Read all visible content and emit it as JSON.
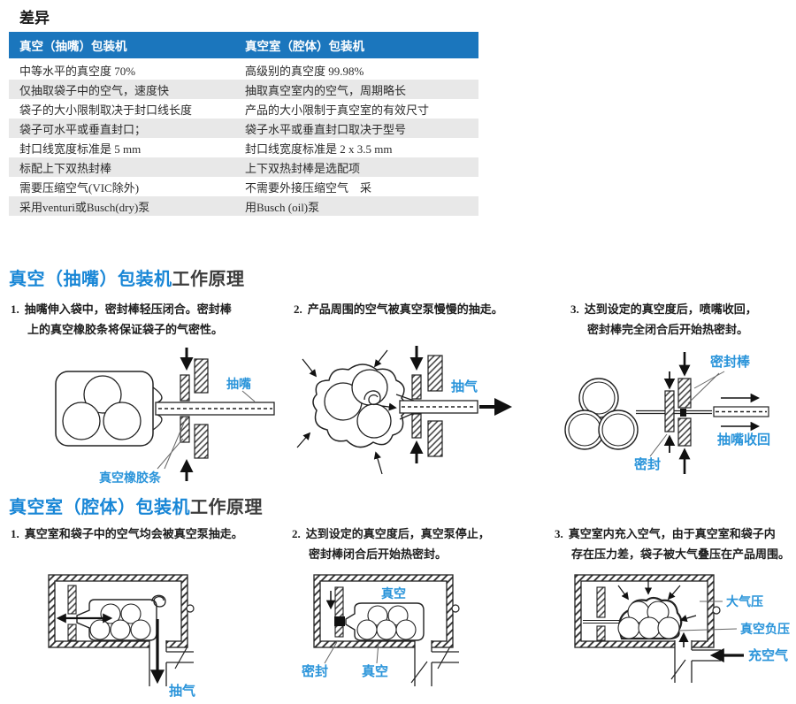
{
  "page": {
    "title": "差异"
  },
  "colors": {
    "table_header_bg": "#1b76bd",
    "table_header_text": "#ffffff",
    "row_alt_bg": "#e8e8e8",
    "heading_blue": "#1886d6",
    "heading_dark": "#3c3c3c",
    "diagram_label_blue": "#2a94da"
  },
  "comparison_table": {
    "headers": [
      "真空（抽嘴）包装机",
      "真空室（腔体）包装机"
    ],
    "rows": [
      [
        "中等水平的真空度 70%",
        "高级别的真空度 99.98%"
      ],
      [
        "仅抽取袋子中的空气，速度快",
        "抽取真空室内的空气，周期略长"
      ],
      [
        "袋子的大小限制取决于封口线长度",
        "产品的大小限制于真空室的有效尺寸"
      ],
      [
        "袋子可水平或垂直封口；",
        "袋子水平或垂直封口取决于型号"
      ],
      [
        "封口线宽度标准是 5 mm",
        "封口线宽度标准是 2 x 3.5 mm"
      ],
      [
        "标配上下双热封棒",
        "上下双热封棒是选配项"
      ],
      [
        "需要压缩空气(VIC除外)",
        "不需要外接压缩空气　采"
      ],
      [
        "采用venturi或Busch(dry)泵",
        "用Busch (oil)泵"
      ]
    ]
  },
  "section1": {
    "title_highlight": "真空（抽嘴）包装机",
    "title_rest": "工作原理",
    "steps": [
      {
        "num": "1.",
        "l1": "抽嘴伸入袋中，密封棒轻压闭合。密封棒",
        "l2": "上的真空橡胶条将保证袋子的气密性。"
      },
      {
        "num": "2.",
        "l1": "产品周围的空气被真空泵慢慢的抽走。",
        "l2": ""
      },
      {
        "num": "3.",
        "l1": "达到设定的真空度后，喷嘴收回，",
        "l2": "密封棒完全闭合后开始热密封。"
      }
    ],
    "labels": {
      "nozzle": "抽嘴",
      "rubber_strip": "真空橡胶条",
      "air_out": "抽气",
      "seal_bar": "密封棒",
      "nozzle_retract": "抽嘴收回",
      "seal": "密封"
    }
  },
  "section2": {
    "title_highlight": "真空室（腔体）包装机",
    "title_rest": "工作原理",
    "steps": [
      {
        "num": "1.",
        "l1": "真空室和袋子中的空气均会被真空泵抽走。",
        "l2": ""
      },
      {
        "num": "2.",
        "l1": "达到设定的真空度后，真空泵停止，",
        "l2": "密封棒闭合后开始热密封。"
      },
      {
        "num": "3.",
        "l1": "真空室内充入空气，由于真空室和袋子内",
        "l2": "存在压力差，袋子被大气叠压在产品周围。"
      }
    ],
    "labels": {
      "air_out": "抽气",
      "vacuum_top": "真空",
      "seal": "密封",
      "vacuum_bottom": "真空",
      "atmosphere": "大气压",
      "vacuum_negative": "真空负压",
      "air_fill": "充空气"
    }
  }
}
